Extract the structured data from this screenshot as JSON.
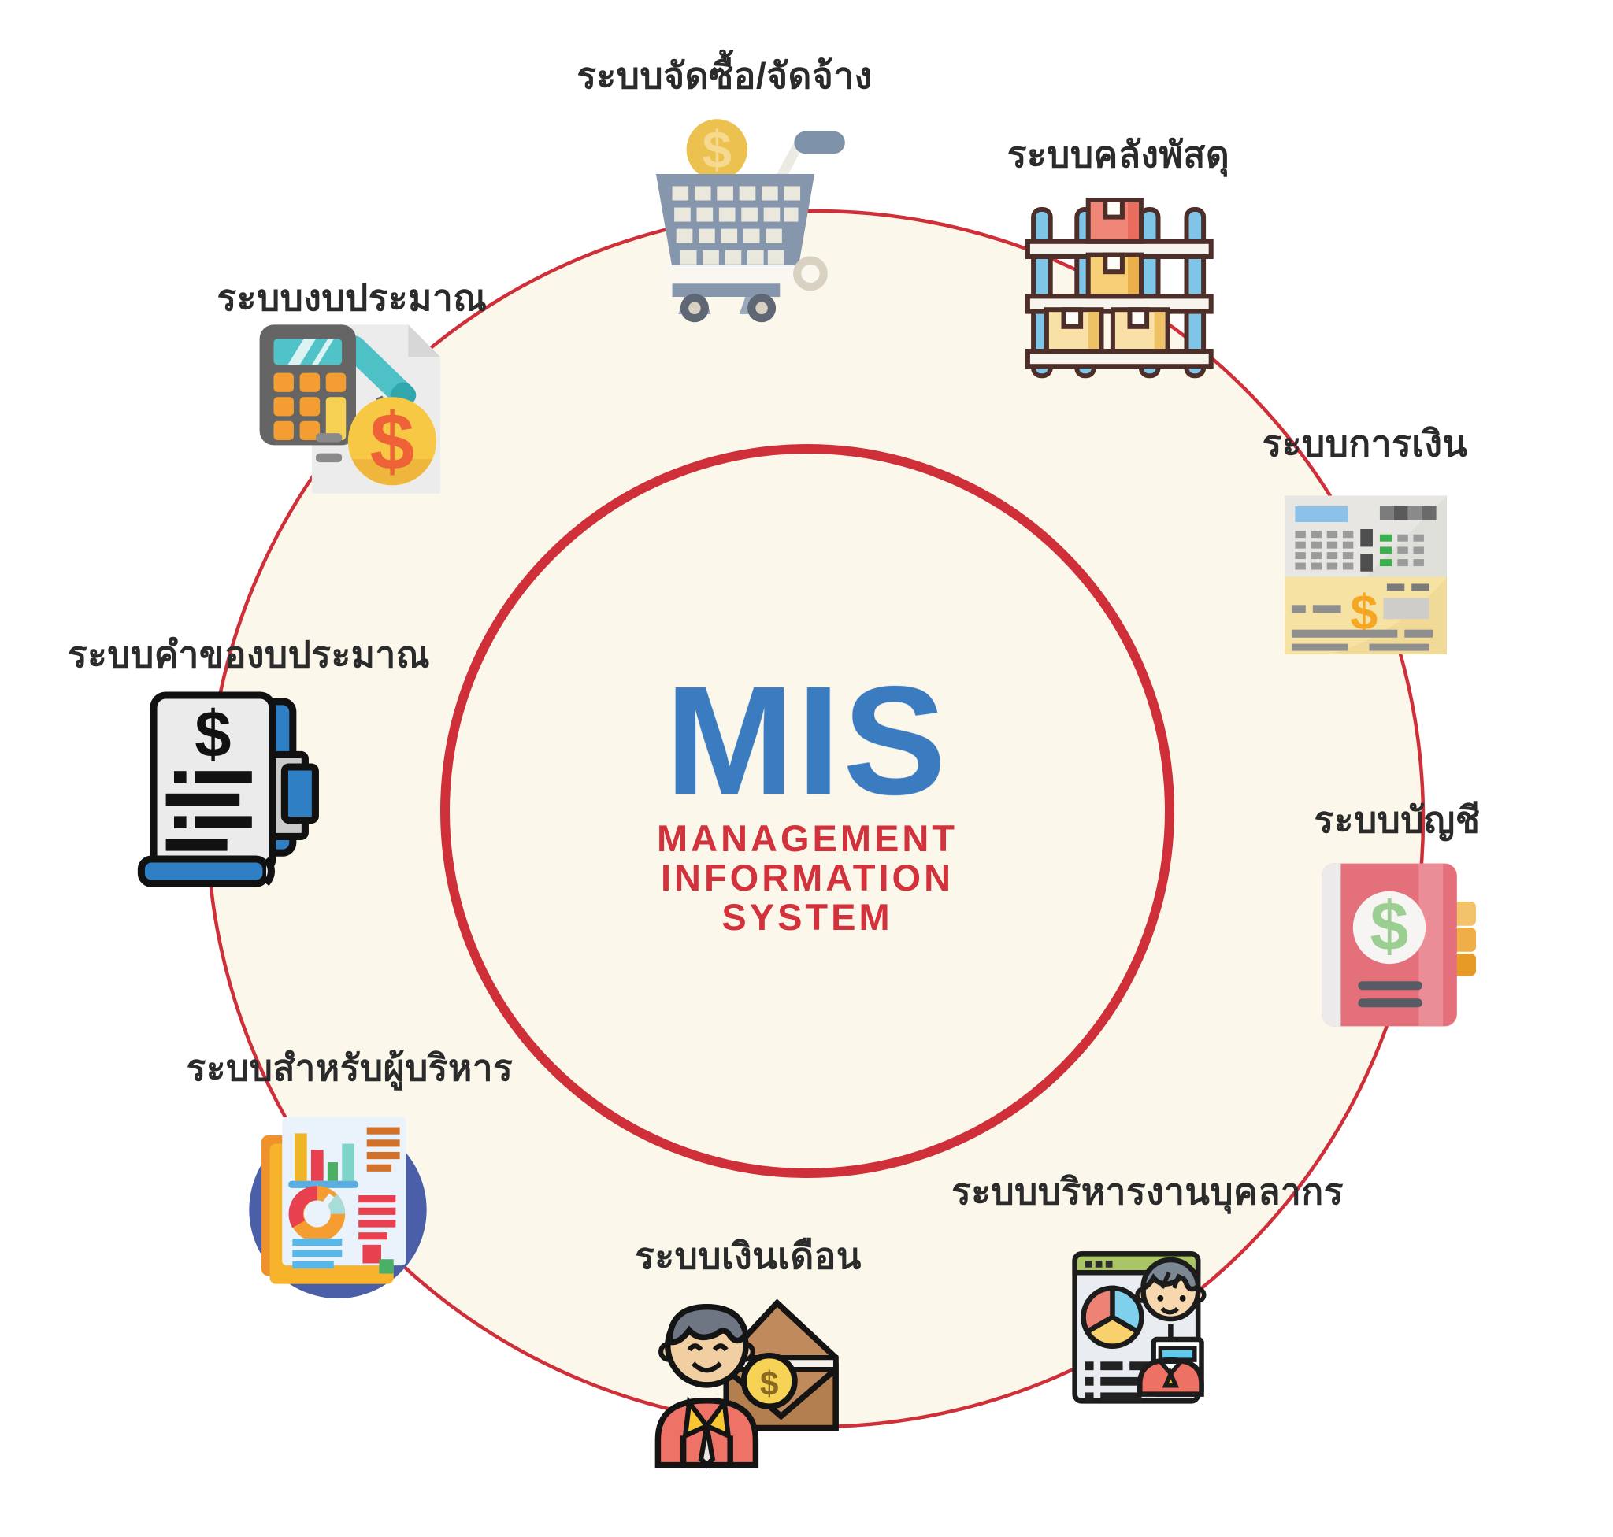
{
  "center": {
    "acronym": "MIS",
    "subtitle_line1": "MANAGEMENT",
    "subtitle_line2": "INFORMATION",
    "subtitle_line3": "SYSTEM"
  },
  "nodes": [
    {
      "id": "procurement",
      "label": "ระบบจัดซื้อ/จัดจ้าง",
      "icon": "shopping-cart-icon"
    },
    {
      "id": "inventory",
      "label": "ระบบคลังพัสดุ",
      "icon": "warehouse-shelf-icon"
    },
    {
      "id": "finance",
      "label": "ระบบการเงิน",
      "icon": "billing-machine-icon"
    },
    {
      "id": "accounting",
      "label": "ระบบบัญชี",
      "icon": "ledger-book-icon"
    },
    {
      "id": "personnel",
      "label": "ระบบบริหารงานบุคลากร",
      "icon": "employee-profile-icon"
    },
    {
      "id": "payroll",
      "label": "ระบบเงินเดือน",
      "icon": "salary-envelope-icon"
    },
    {
      "id": "executive",
      "label": "ระบบสำหรับผู้บริหาร",
      "icon": "report-charts-icon"
    },
    {
      "id": "budget-request",
      "label": "ระบบคำของบประมาณ",
      "icon": "budget-request-document-icon"
    },
    {
      "id": "budget",
      "label": "ระบบงบประมาณ",
      "icon": "budget-calculator-icon"
    }
  ],
  "palette": {
    "ring_red": "#cf2f38",
    "inner_fill_cream": "#fbf8eb",
    "mis_blue": "#3b7cc1",
    "subtitle_red": "#d2323b",
    "label_color": "#2b2b2b"
  }
}
